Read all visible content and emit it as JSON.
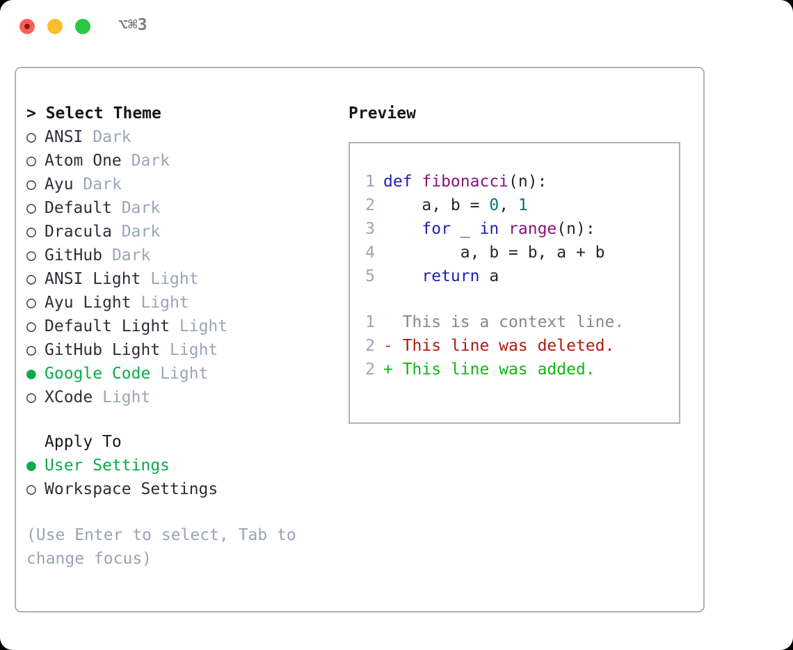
{
  "titlebar": {
    "shortcut": "⌥⌘3",
    "buttons": [
      "close-button",
      "minimize-button",
      "maximize-button"
    ]
  },
  "colors": {
    "accent_green": "#0bab4b",
    "muted": "#9aa5b8",
    "border": "#a9b3c1",
    "text": "#2c2f36",
    "keyword_blue": "#1f1fb0",
    "function_purple": "#8a1576",
    "number_teal": "#0b7373",
    "diff_deleted": "#b21a12",
    "diff_added": "#10b810"
  },
  "theme_list": {
    "header": "> Select Theme",
    "marker_unselected": "○",
    "marker_selected": "●",
    "items": [
      {
        "marker": "○",
        "name": "ANSI",
        "kind": "Dark",
        "selected": false
      },
      {
        "marker": "○",
        "name": "Atom One",
        "kind": "Dark",
        "selected": false
      },
      {
        "marker": "○",
        "name": "Ayu",
        "kind": "Dark",
        "selected": false
      },
      {
        "marker": "○",
        "name": "Default",
        "kind": "Dark",
        "selected": false
      },
      {
        "marker": "○",
        "name": "Dracula",
        "kind": "Dark",
        "selected": false
      },
      {
        "marker": "○",
        "name": "GitHub",
        "kind": "Dark",
        "selected": false
      },
      {
        "marker": "○",
        "name": "ANSI Light",
        "kind": "Light",
        "selected": false
      },
      {
        "marker": "○",
        "name": "Ayu Light",
        "kind": "Light",
        "selected": false
      },
      {
        "marker": "○",
        "name": "Default Light",
        "kind": "Light",
        "selected": false
      },
      {
        "marker": "○",
        "name": "GitHub Light",
        "kind": "Light",
        "selected": false
      },
      {
        "marker": "●",
        "name": "Google Code",
        "kind": "Light",
        "selected": true
      },
      {
        "marker": "○",
        "name": "XCode",
        "kind": "Light",
        "selected": false
      }
    ]
  },
  "apply_to": {
    "header": "Apply To",
    "options": [
      {
        "marker": "●",
        "label": "User Settings",
        "selected": true
      },
      {
        "marker": "○",
        "label": "Workspace Settings",
        "selected": false
      }
    ]
  },
  "hint": "(Use Enter to select, Tab to change focus)",
  "preview": {
    "header": "Preview",
    "code_lines": [
      {
        "ln": "1",
        "tokens": [
          {
            "t": "def ",
            "c": "kw"
          },
          {
            "t": "fibonacci",
            "c": "fn"
          },
          {
            "t": "(n):",
            "c": "pl"
          }
        ]
      },
      {
        "ln": "2",
        "tokens": [
          {
            "t": "    a, b = ",
            "c": "pl"
          },
          {
            "t": "0",
            "c": "num"
          },
          {
            "t": ", ",
            "c": "pl"
          },
          {
            "t": "1",
            "c": "num"
          }
        ]
      },
      {
        "ln": "3",
        "tokens": [
          {
            "t": "    ",
            "c": "pl"
          },
          {
            "t": "for",
            "c": "kw"
          },
          {
            "t": " _ ",
            "c": "pl"
          },
          {
            "t": "in",
            "c": "kw"
          },
          {
            "t": " ",
            "c": "pl"
          },
          {
            "t": "range",
            "c": "fn"
          },
          {
            "t": "(n):",
            "c": "pl"
          }
        ]
      },
      {
        "ln": "4",
        "tokens": [
          {
            "t": "        a, b = b, a + b",
            "c": "pl"
          }
        ]
      },
      {
        "ln": "5",
        "tokens": [
          {
            "t": "    ",
            "c": "pl"
          },
          {
            "t": "return",
            "c": "kw"
          },
          {
            "t": " a",
            "c": "pl"
          }
        ]
      }
    ],
    "diff_lines": [
      {
        "ln": "1",
        "mark": " ",
        "mark_class": "ctx",
        "text": " This is a context line.",
        "class": "ctx"
      },
      {
        "ln": "2",
        "mark": "-",
        "mark_class": "del-mark",
        "text": " This line was deleted.",
        "class": "del"
      },
      {
        "ln": "2",
        "mark": "+",
        "mark_class": "add-mark",
        "text": " This line was added.",
        "class": "add"
      }
    ]
  }
}
